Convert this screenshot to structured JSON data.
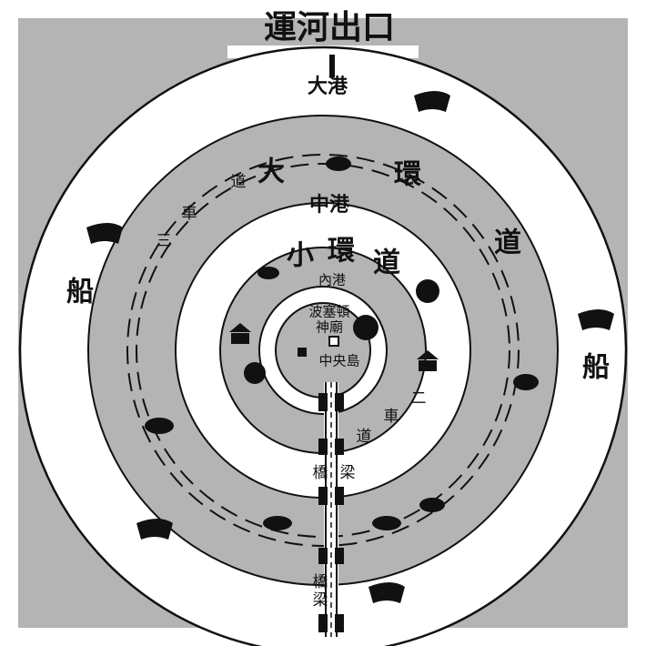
{
  "colors": {
    "background": "#ffffff",
    "ring_gray": "#b4b4b4",
    "water": "#ffffff",
    "ink": "#111111"
  },
  "labels": {
    "canal_exit": "運河出口",
    "great_port": "大港",
    "ship_left": "船",
    "ship_right": "船",
    "great_ring": [
      "大",
      "環",
      "道"
    ],
    "great_ring_small": [
      "道",
      "車",
      "三"
    ],
    "middle_port": "中港",
    "small_ring": [
      "小",
      "環",
      "道"
    ],
    "small_ring_small": [
      "二",
      "車",
      "道"
    ],
    "inner_port": "內港",
    "temple": [
      "波塞頓",
      "神廟"
    ],
    "central_island": "中央島",
    "bridge_upper": [
      "橋",
      "梁"
    ],
    "bridge_lower": [
      "橋",
      "梁"
    ]
  },
  "icons": {
    "ship": "ship-icon",
    "chariot": "chariot-icon",
    "rider": "horse-rider-icon",
    "runner": "runner-icon",
    "building": "temple-building-icon",
    "tree": "tree-icon"
  }
}
